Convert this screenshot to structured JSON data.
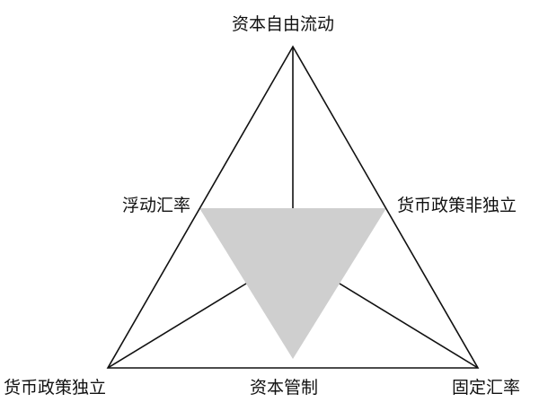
{
  "diagram": {
    "labels": {
      "top": "资本自由流动",
      "mid_left": "浮动汇率",
      "mid_right": "货币政策非独立",
      "bottom_left": "货币政策独立",
      "bottom_center": "资本管制",
      "bottom_right": "固定汇率"
    },
    "colors": {
      "stroke": "#111111",
      "inner_fill": "#cfcfcf"
    }
  }
}
